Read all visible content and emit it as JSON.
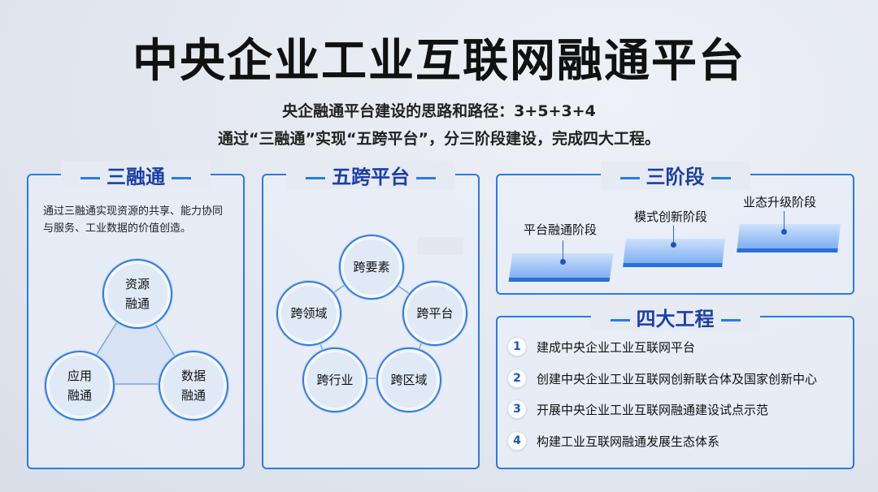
{
  "header": {
    "title": "中央企业工业互联网融通平台",
    "subtitle1": "央企融通平台建设的思路和路径：3+5+3+4",
    "subtitle2": "通过“三融通”实现“五跨平台”，分三阶段建设，完成四大工程。"
  },
  "san_rongtong": {
    "title": "三融通",
    "desc": "通过三融通实现资源的共享、能力协同与服务、工业数据的价值创造。",
    "nodes": [
      "资源\n融通",
      "应用\n融通",
      "数据\n融通"
    ]
  },
  "wukua": {
    "title": "五跨平台",
    "nodes": [
      "跨要素",
      "跨领域",
      "跨平台",
      "跨行业",
      "跨区域"
    ]
  },
  "sanjieduan": {
    "title": "三阶段",
    "stages": [
      "平台融通阶段",
      "模式创新阶段",
      "业态升级阶段"
    ]
  },
  "sida": {
    "title": "四大工程",
    "items": [
      {
        "num": "1",
        "text": "建成中央企业工业互联网平台"
      },
      {
        "num": "2",
        "text": "创建中央企业工业互联网创新联合体及国家创新中心"
      },
      {
        "num": "3",
        "text": "开展中央企业工业互联网融通建设试点示范"
      },
      {
        "num": "4",
        "text": "构建工业互联网融通发展生态体系"
      }
    ]
  },
  "colors": {
    "accent": "#2a7ae8",
    "title_blue": "#1b3fa8"
  }
}
